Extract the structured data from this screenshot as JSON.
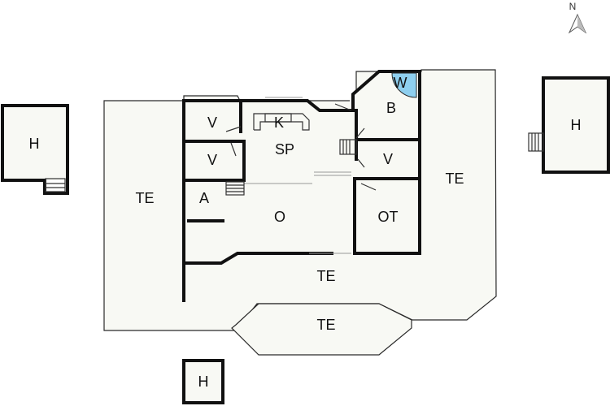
{
  "compass": {
    "label": "N"
  },
  "rooms": {
    "terrace_west": "TE",
    "terrace_east": "TE",
    "terrace_south": "TE",
    "terrace_bottom": "TE",
    "annex_west": "H",
    "annex_east": "H",
    "annex_south": "H",
    "kitchen": "K",
    "living_kitchen": "SP",
    "bedroom_1": "V",
    "bedroom_2": "V",
    "bedroom_3": "V",
    "bathroom": "B",
    "wellness": "W",
    "utility": "A",
    "open_room": "O",
    "other_room": "OT"
  },
  "colors": {
    "wellness_accent": "#8ecfef",
    "floor_fill": "#f8f9f4",
    "wall": "#111111"
  }
}
